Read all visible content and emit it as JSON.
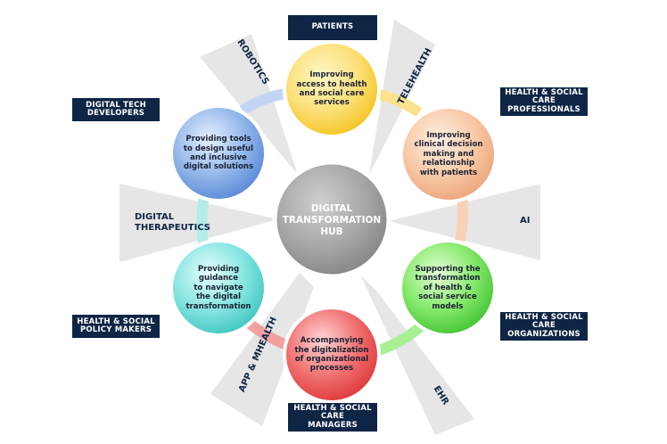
{
  "center": {
    "lines": [
      "DIGITAL",
      "TRANSFORMATION",
      "HUB"
    ]
  },
  "circles": [
    {
      "id": "access",
      "lines": [
        "Improving",
        "access to health",
        "and social care",
        "services"
      ],
      "color": "#fbd43a"
    },
    {
      "id": "clinical",
      "lines": [
        "Improving",
        "clinical decision",
        "making and",
        "relationship",
        "with patients"
      ],
      "color": "#f6bf98"
    },
    {
      "id": "models",
      "lines": [
        "Supporting the",
        "transformation",
        "of health &",
        "social service",
        "models"
      ],
      "color": "#6ddb59"
    },
    {
      "id": "organizational",
      "lines": [
        "Accompanying",
        "the digitalization",
        "of organizational",
        "processes"
      ],
      "color": "#ec5b5b"
    },
    {
      "id": "guidance",
      "lines": [
        "Providing",
        "guidance",
        "to navigate",
        "the digital",
        "transformation"
      ],
      "color": "#6fdad6"
    },
    {
      "id": "tools",
      "lines": [
        "Providing tools",
        "to design useful",
        "and inclusive",
        "digital solutions"
      ],
      "color": "#7ca9e5"
    }
  ],
  "stakeholders": {
    "patients": [
      "PATIENTS"
    ],
    "professionals": [
      "HEALTH & SOCIAL",
      "CARE",
      "PROFESSIONALS"
    ],
    "organizations": [
      "HEALTH & SOCIAL",
      "CARE",
      "ORGANIZATIONS"
    ],
    "managers": [
      "HEALTH & SOCIAL",
      "CARE",
      "MANAGERS"
    ],
    "policy_makers": [
      "HEALTH & SOCIAL",
      "POLICY MAKERS"
    ],
    "tech_developers": [
      "DIGITAL TECH",
      "DEVELOPERS"
    ]
  },
  "technologies": {
    "robotics": "ROBOTICS",
    "telehealth": "TELEHEALTH",
    "ai": "AI",
    "ehr": "EHR",
    "app_mhealth": "APP & MHEALTH",
    "therapeutics_line1": "DIGITAL",
    "therapeutics_line2": "THERAPEUTICS"
  },
  "colors": {
    "navy": "#0f2545",
    "hub": "#9a9a9a",
    "beam": "#e4e4e4"
  }
}
